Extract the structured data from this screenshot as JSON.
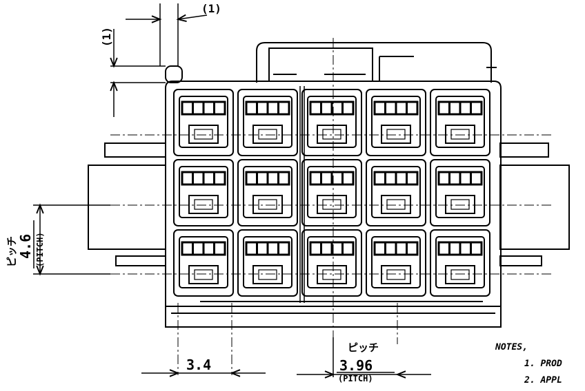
{
  "dimensions": {
    "top_width": "(1)",
    "top_height": "(1)",
    "pitch_vertical": {
      "jp_label": "ピッチ",
      "value": "4.6",
      "en_label": "(PITCH)"
    },
    "bottom_left": "3.4",
    "pitch_horizontal": {
      "jp_label": "ピッチ",
      "value": "3.96",
      "en_label": "(PITCH)"
    }
  },
  "notes": {
    "heading": "NOTES,",
    "items": [
      "1. PROD",
      "2. APPL"
    ]
  },
  "grid": {
    "rows": 3,
    "columns": 5
  },
  "colors": {
    "ink": "#000000",
    "paper": "#ffffff"
  }
}
